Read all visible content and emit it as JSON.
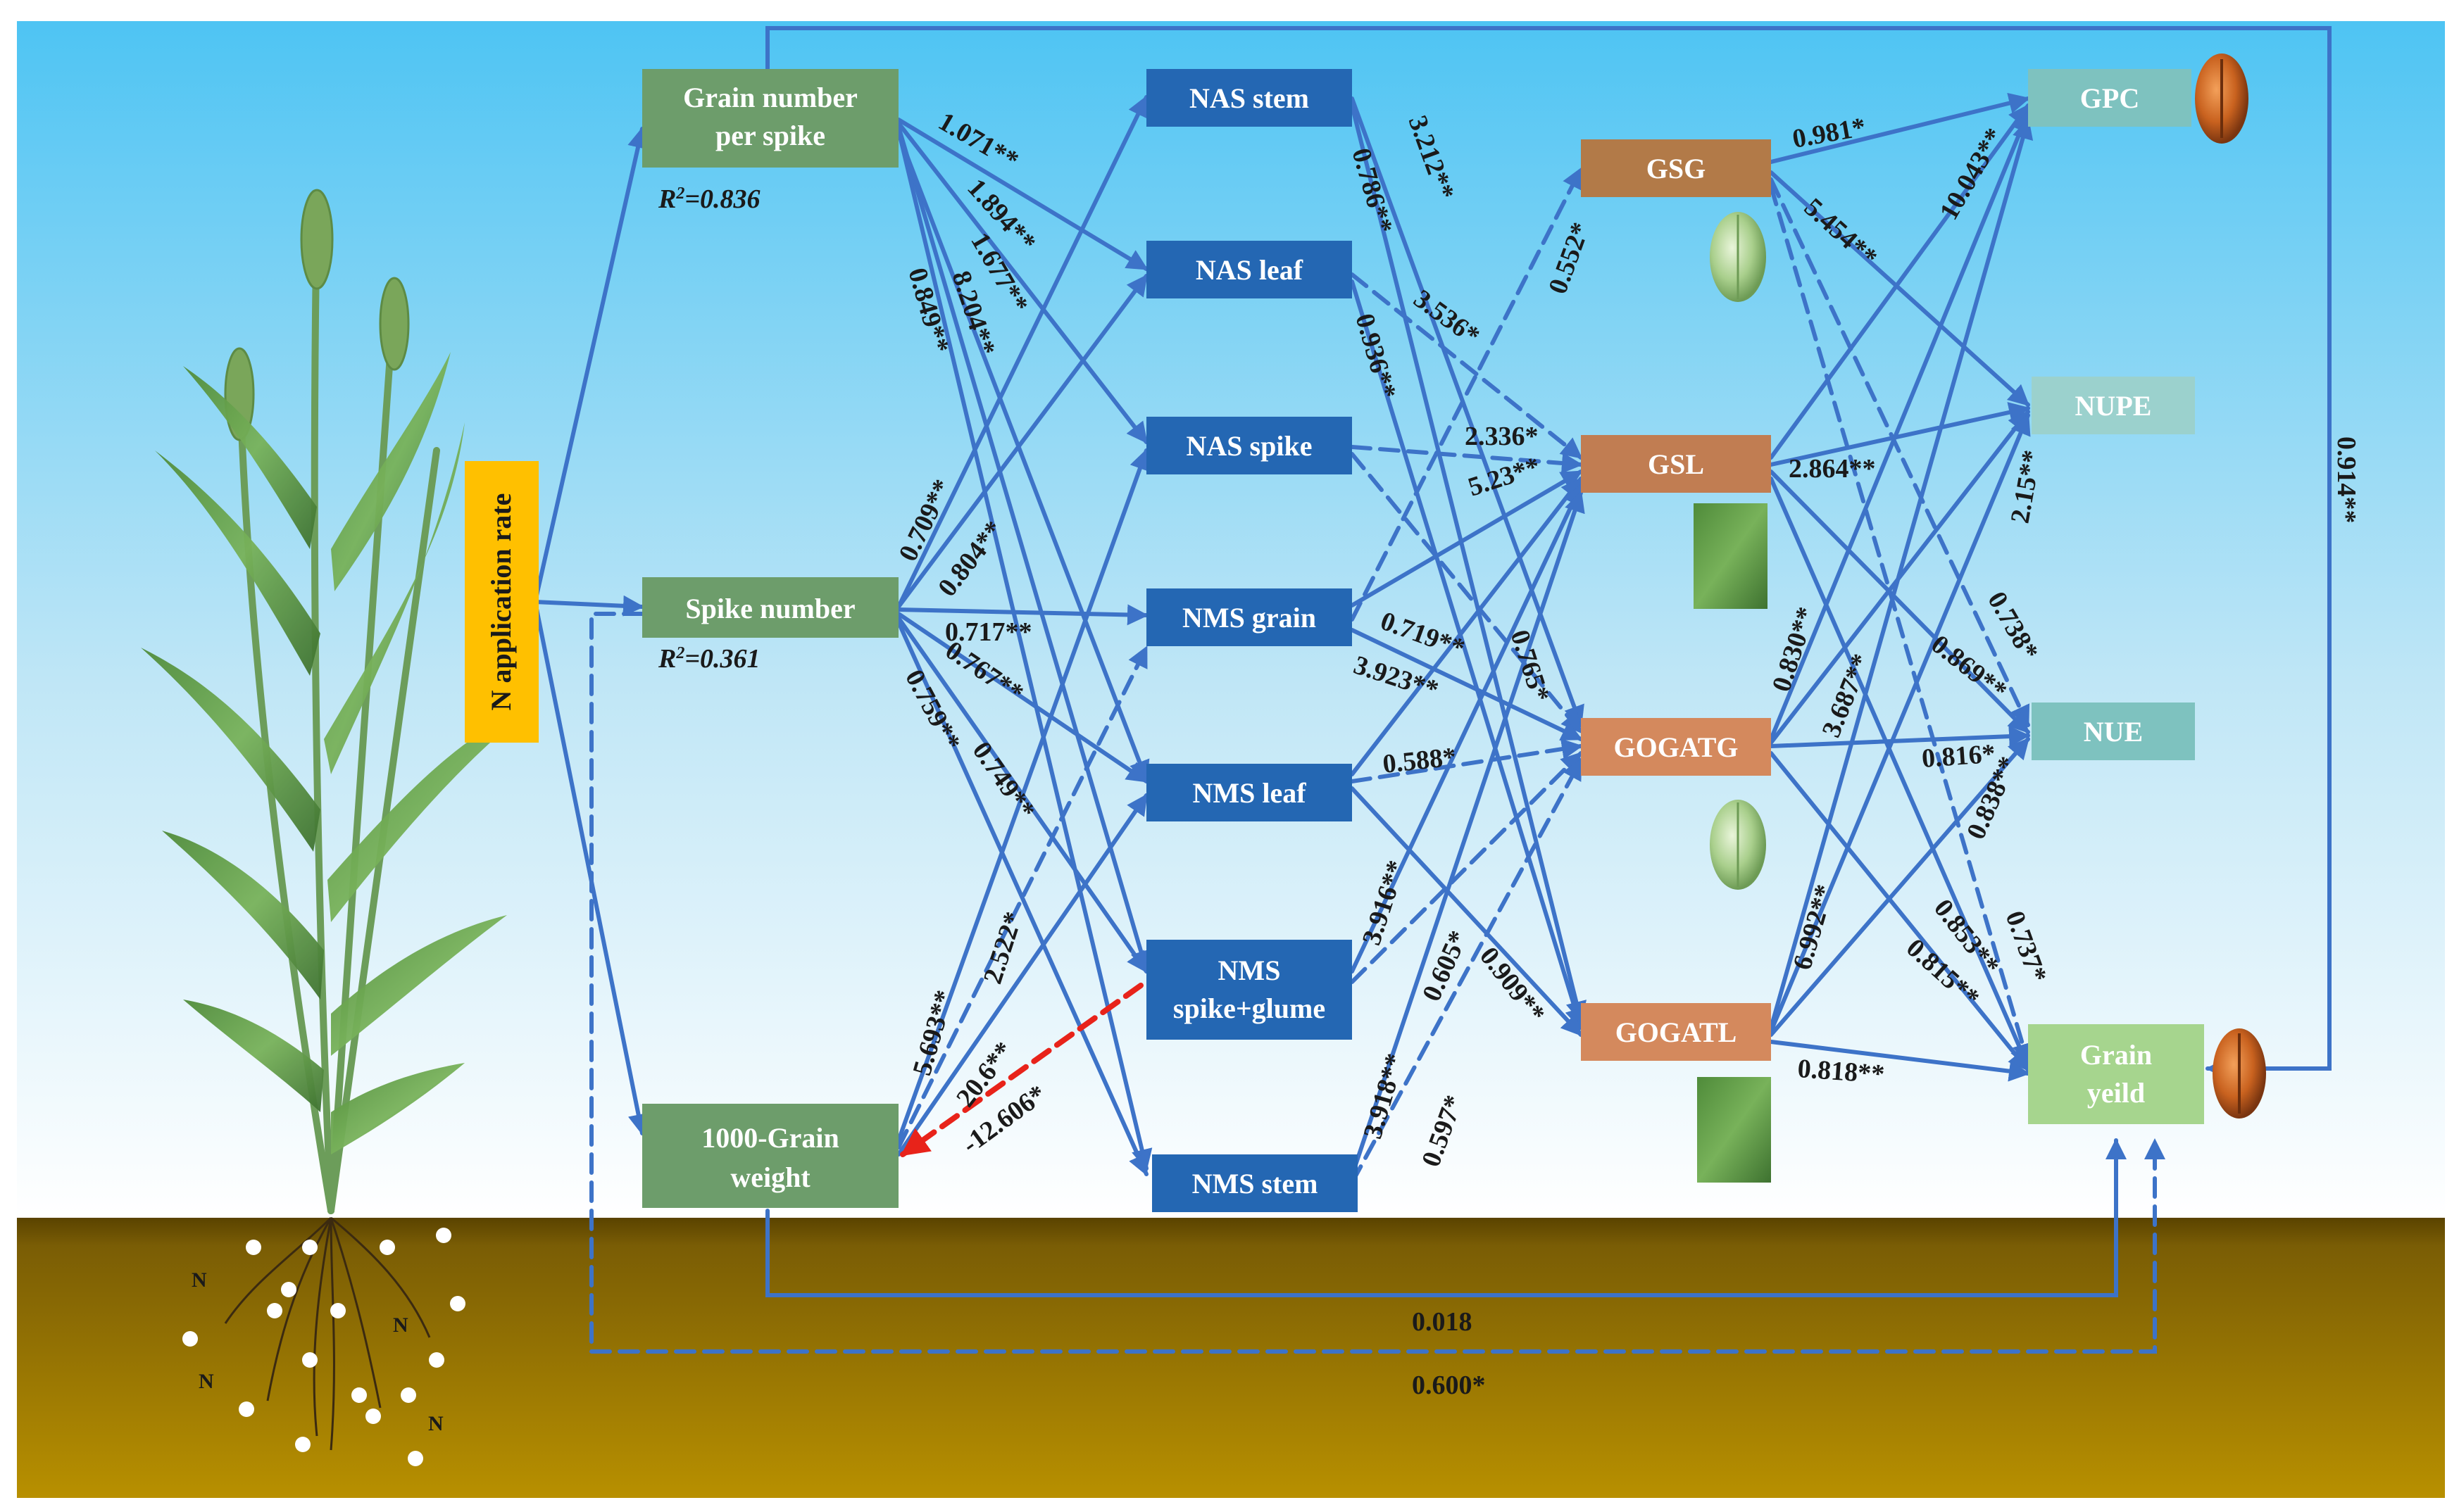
{
  "colors": {
    "sky_top": "#4ec4f3",
    "sky_bottom": "#ffffff",
    "soil_top": "#6b5000",
    "soil_bottom": "#b89000",
    "arrow": "#3d73c8",
    "negative_arrow": "#e8231a",
    "factor_fill": "#6d9d6b",
    "nas_nms_fill": "#2467b3",
    "enzyme_fill": "#c17d52",
    "outcome_fill": "#7ec2bf",
    "yield_fill": "#a6d58e",
    "n_rate_fill": "#ffc000",
    "coef_text": "#1a1a1a"
  },
  "nodes": [
    {
      "id": "nrate",
      "lines": [
        "N application rate"
      ]
    },
    {
      "id": "gnps",
      "lines": [
        "Grain number",
        "per spike"
      ]
    },
    {
      "id": "spike",
      "lines": [
        "Spike number"
      ]
    },
    {
      "id": "tgw",
      "lines": [
        "1000-Grain",
        "weight"
      ]
    },
    {
      "id": "nas_stem",
      "lines": [
        "NAS stem"
      ]
    },
    {
      "id": "nas_leaf",
      "lines": [
        "NAS leaf"
      ]
    },
    {
      "id": "nas_spike",
      "lines": [
        "NAS spike"
      ]
    },
    {
      "id": "nms_grain",
      "lines": [
        "NMS grain"
      ]
    },
    {
      "id": "nms_leaf",
      "lines": [
        "NMS leaf"
      ]
    },
    {
      "id": "nms_sg",
      "lines": [
        "NMS",
        "spike+glume"
      ]
    },
    {
      "id": "nms_stem",
      "lines": [
        "NMS stem"
      ]
    },
    {
      "id": "gsg",
      "lines": [
        "GSG"
      ]
    },
    {
      "id": "gsl",
      "lines": [
        "GSL"
      ]
    },
    {
      "id": "gogatg",
      "lines": [
        "GOGATG"
      ]
    },
    {
      "id": "gogatl",
      "lines": [
        "GOGATL"
      ]
    },
    {
      "id": "gpc",
      "lines": [
        "GPC"
      ]
    },
    {
      "id": "nupe",
      "lines": [
        "NUPE"
      ]
    },
    {
      "id": "nue",
      "lines": [
        "NUE"
      ]
    },
    {
      "id": "yield",
      "lines": [
        "Grain",
        "yeild"
      ]
    }
  ],
  "r2_labels": [
    {
      "id": "gnps",
      "text": "R2=0.836"
    },
    {
      "id": "spike",
      "text": "R2=0.361"
    }
  ],
  "coefficients": [
    "1.071**",
    "1.894**",
    "1.677**",
    "8.204**",
    "0.849**",
    "0.709**",
    "0.804**",
    "0.717**",
    "0.767**",
    "0.759**",
    "0.749**",
    "5.693**",
    "2.522*",
    "20.6**",
    "-12.606*",
    "3.212**",
    "0.786**",
    "3.536*",
    "0.936**",
    "2.336*",
    "5.23**",
    "0.719**",
    "3.923**",
    "0.588*",
    "0.765*",
    "3.916**",
    "0.605*",
    "0.909**",
    "3.918**",
    "0.597*",
    "0.552*",
    "0.981*",
    "10.043**",
    "5.454**",
    "2.864**",
    "2.15**",
    "0.830**",
    "3.687**",
    "0.738*",
    "0.869**",
    "0.816*",
    "0.838**",
    "6.992**",
    "0.853**",
    "0.815**",
    "0.737*",
    "0.818**",
    "0.914**",
    "0.018",
    "0.600*"
  ],
  "soil_labels": [
    "N",
    "N",
    "N",
    "N"
  ]
}
